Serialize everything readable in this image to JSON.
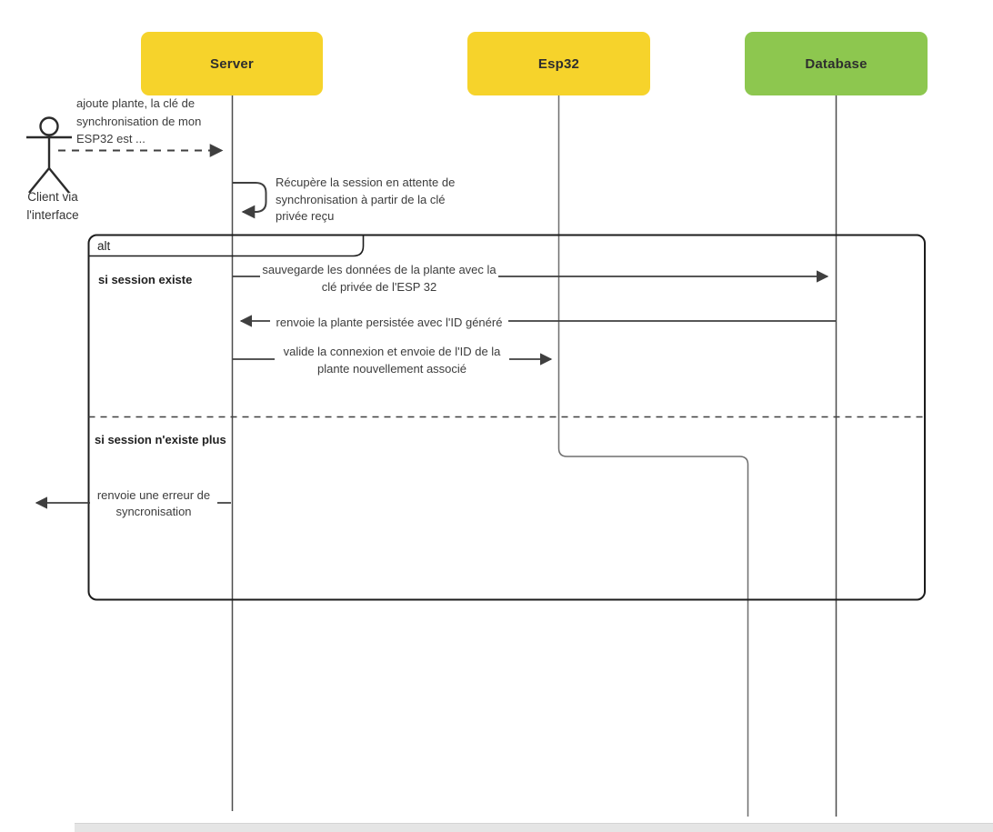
{
  "colors": {
    "participant_yellow": "#F6D32B",
    "participant_green": "#8DC74F",
    "line": "#3f3f3f"
  },
  "participants": {
    "server": "Server",
    "esp32": "Esp32",
    "database": "Database"
  },
  "actor": {
    "label": "Client via\nl'interface"
  },
  "frame": {
    "operator": "alt",
    "guards": {
      "session_exists": "si session existe",
      "session_not_exists": "si session n'existe plus"
    }
  },
  "messages": {
    "add_plant": "ajoute plante, la clé de\nsynchronisation de mon\nESP32 est ...",
    "retrieve_session": "Récupère la session en attente de\nsynchronisation à partir de la clé\nprivée reçu",
    "save_plant": "sauvegarde les données de la plante avec la\nclé privée de l'ESP 32",
    "return_persisted": "renvoie la plante persistée avec l'ID généré",
    "validate_connection": "valide la connexion et envoie de l'ID de la\nplante nouvellement associé",
    "sync_error": "renvoie une erreur de\nsyncronisation"
  }
}
